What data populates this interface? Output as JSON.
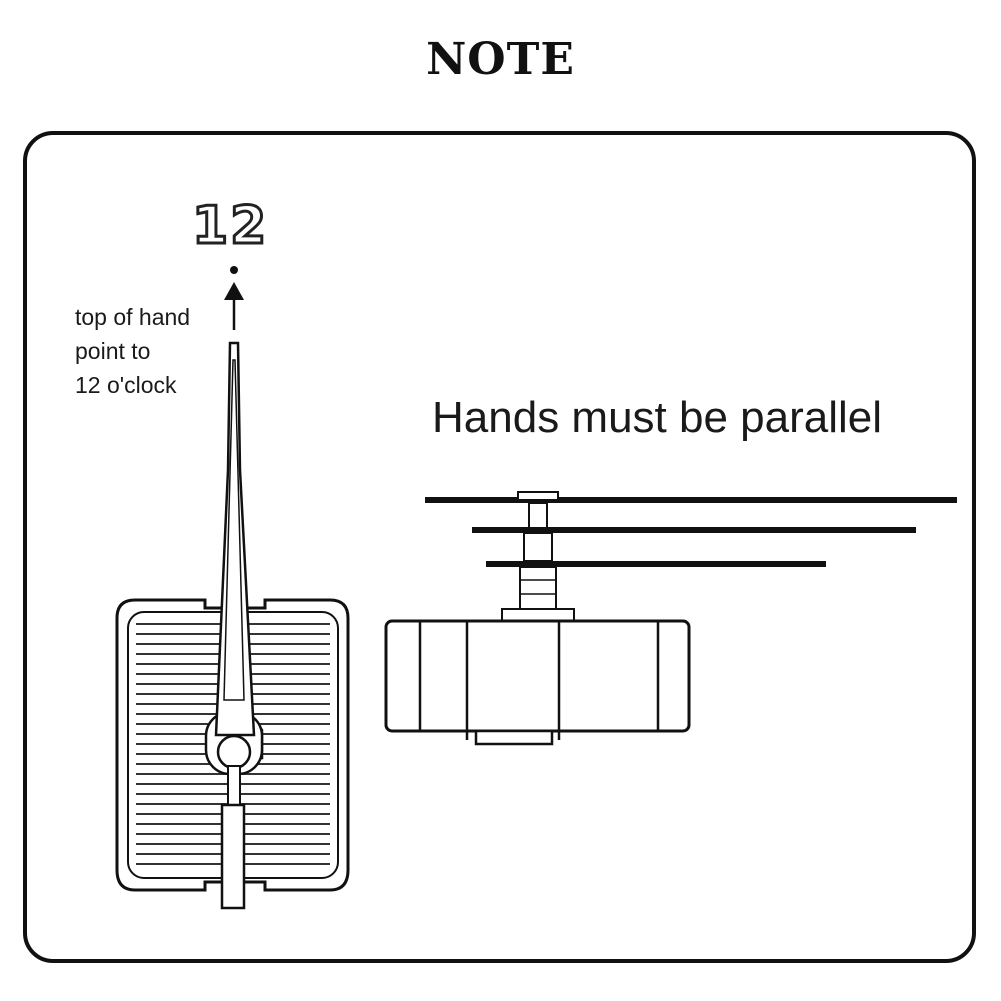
{
  "title": "NOTE",
  "left_panel": {
    "numeral": "12",
    "instruction": "top of hand\npoint to\n12 o'clock"
  },
  "right_panel": {
    "caption": "Hands must be parallel"
  }
}
